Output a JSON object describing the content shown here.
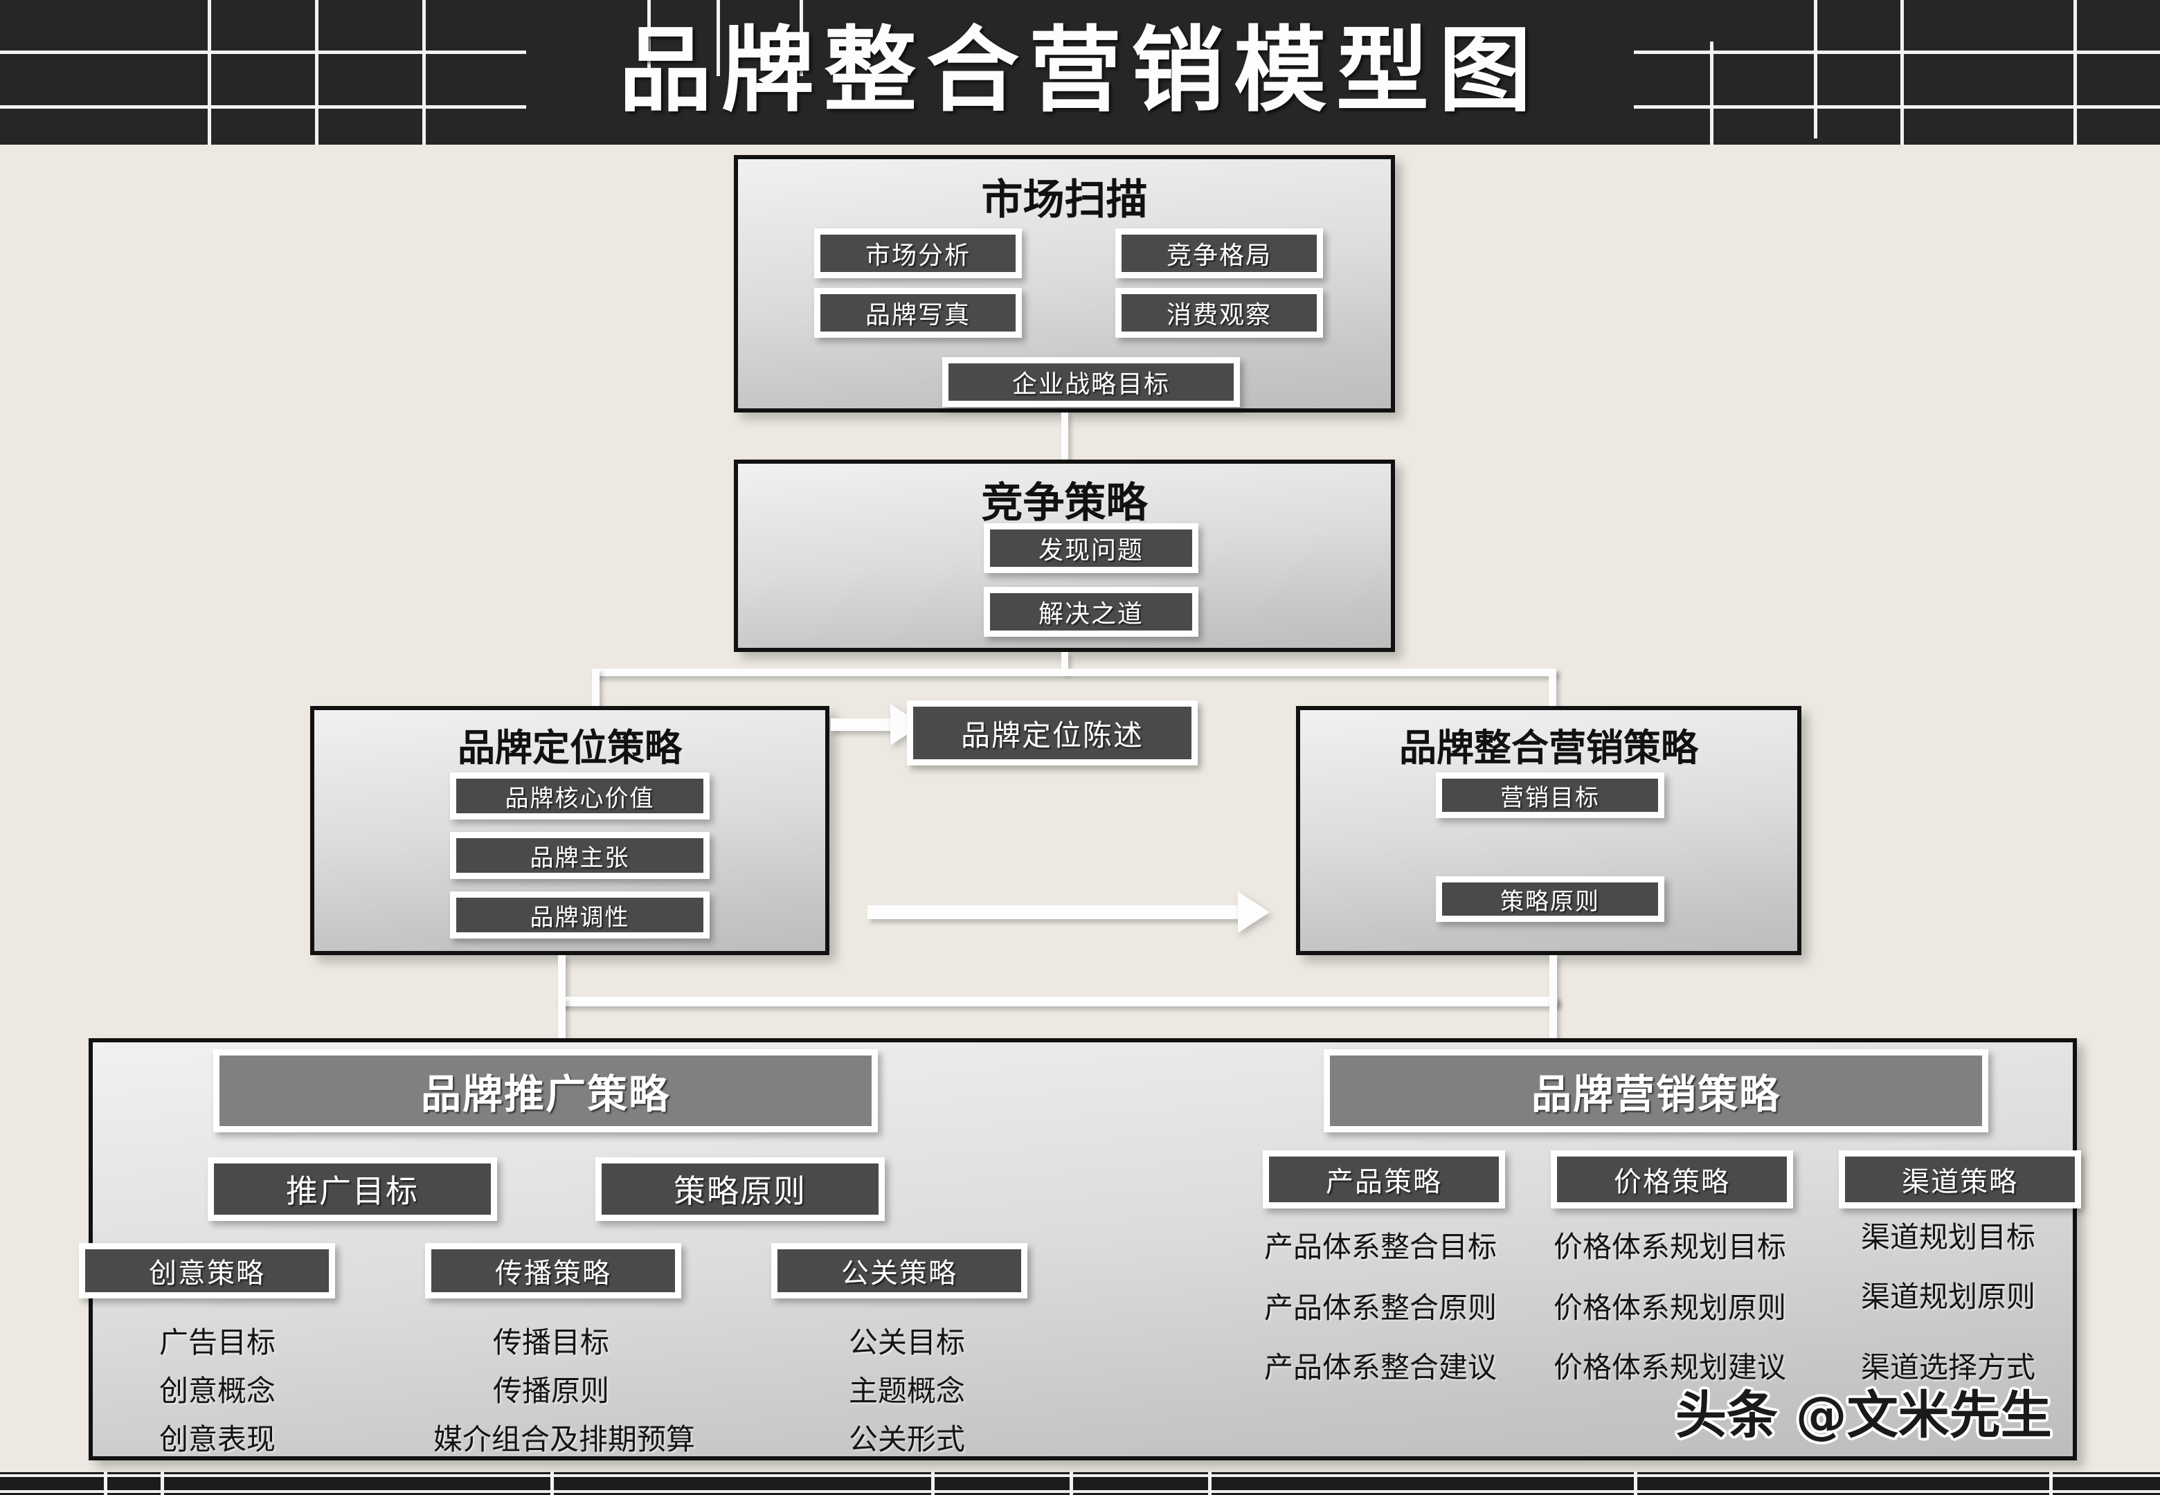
{
  "header": {
    "title": "品牌整合营销模型图"
  },
  "watermark": "头条 @文米先生",
  "market_scan": {
    "title": "市场扫描",
    "chips": [
      "市场分析",
      "竞争格局",
      "品牌写真",
      "消费观察",
      "企业战略目标"
    ]
  },
  "competition": {
    "title": "竞争策略",
    "chips": [
      "发现问题",
      "解决之道"
    ]
  },
  "positioning": {
    "title": "品牌定位策略",
    "chips": [
      "品牌核心价值",
      "品牌主张",
      "品牌调性"
    ]
  },
  "statement": {
    "label": "品牌定位陈述"
  },
  "integrated": {
    "title": "品牌整合营销策略",
    "chips": [
      "营销目标",
      "策略原则"
    ]
  },
  "promotion": {
    "title": "品牌推广策略",
    "top_chips": [
      "推广目标",
      "策略原则"
    ],
    "columns": [
      {
        "head": "创意策略",
        "items": [
          "广告目标",
          "创意概念",
          "创意表现"
        ]
      },
      {
        "head": "传播策略",
        "items": [
          "传播目标",
          "传播原则",
          "媒介组合及排期预算"
        ]
      },
      {
        "head": "公关策略",
        "items": [
          "公关目标",
          "主题概念",
          "公关形式"
        ]
      }
    ]
  },
  "marketing": {
    "title": "品牌营销策略",
    "columns": [
      {
        "head": "产品策略",
        "items": [
          "产品体系整合目标",
          "产品体系整合原则",
          "产品体系整合建议"
        ]
      },
      {
        "head": "价格策略",
        "items": [
          "价格体系规划目标",
          "价格体系规划原则",
          "价格体系规划建议"
        ]
      },
      {
        "head": "渠道策略",
        "items": [
          "渠道规划目标",
          "渠道规划原则",
          "渠道选择方式"
        ]
      }
    ]
  },
  "colors": {
    "background": "#EDE9E2",
    "band": "#262628",
    "chip_dark": "#4A4A4A",
    "chip_light": "#808080",
    "border": "#111111",
    "connector": "#FDFDFD",
    "text_light": "#FFFFFF",
    "text_dark": "#141414"
  }
}
